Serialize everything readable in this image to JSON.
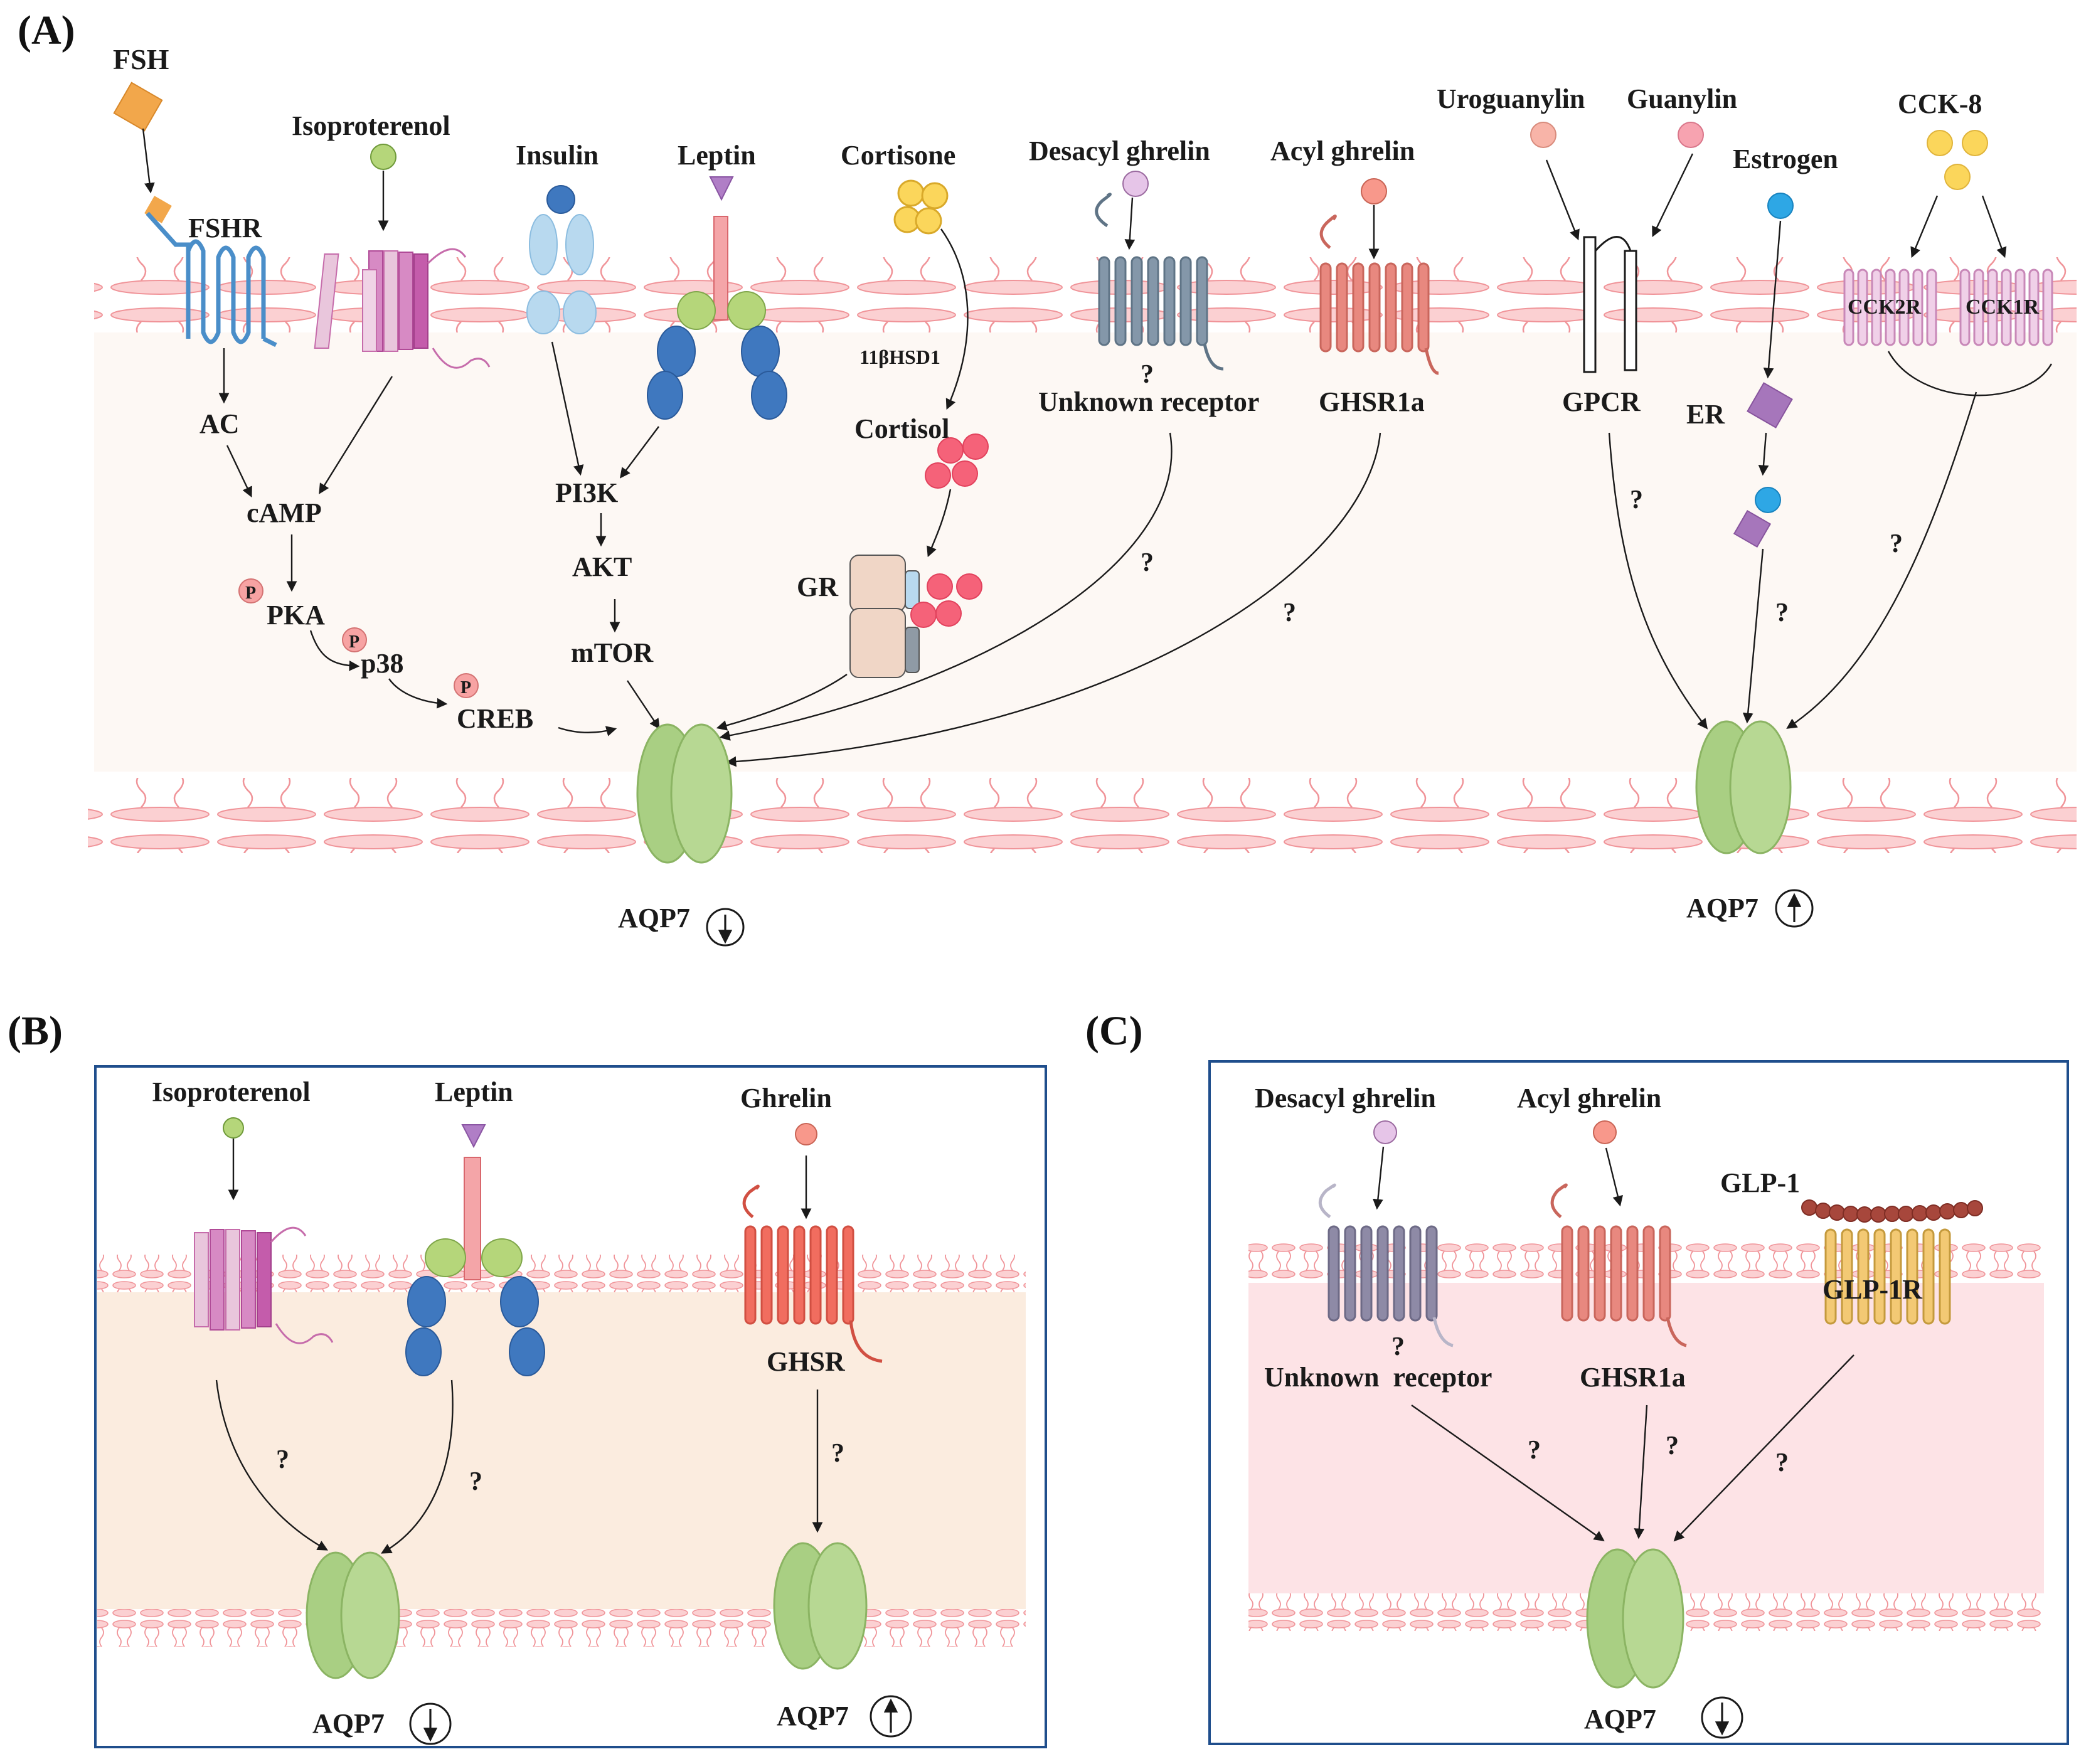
{
  "panels": {
    "a": "(A)",
    "b": "(B)",
    "c": "(C)"
  },
  "colors": {
    "membrane": "#f4a3a6",
    "membrane_fill": "#fbd6d8",
    "aqp7": "#a9cf83",
    "panel_b_cytoplasm": "#fbecdf",
    "panel_c_cytoplasm": "#fde3e6",
    "panel_a_cytoplasm": "#fdf8f4",
    "box_border": "#1f4e8c"
  },
  "panel_a": {
    "ligands": {
      "fsh": "FSH",
      "isoproterenol": "Isoproterenol",
      "insulin": "Insulin",
      "leptin": "Leptin",
      "cortisone": "Cortisone",
      "desacyl_ghrelin": "Desacyl ghrelin",
      "acyl_ghrelin": "Acyl ghrelin",
      "uroguanylin": "Uroguanylin",
      "guanylin": "Guanylin",
      "estrogen": "Estrogen",
      "cck8": "CCK-8"
    },
    "receptors": {
      "fshr": "FSHR",
      "unknown_receptor": "Unknown receptor",
      "ghsr1a": "GHSR1a",
      "gpcr": "GPCR",
      "cck2r": "CCK2R",
      "cck1r": "CCK1R",
      "er": "ER",
      "gr": "GR"
    },
    "pathway": {
      "ac": "AC",
      "camp": "cAMP",
      "pka": "PKA",
      "p38": "p38",
      "creb": "CREB",
      "pi3k": "PI3K",
      "akt": "AKT",
      "mtor": "mTOR",
      "hsd": "11βHSD1",
      "cortisol": "Cortisol",
      "phospho": "P",
      "unknown": "?"
    },
    "aqp7_down": "AQP7",
    "aqp7_up": "AQP7"
  },
  "panel_b": {
    "isoproterenol": "Isoproterenol",
    "leptin": "Leptin",
    "ghrelin": "Ghrelin",
    "ghsr": "GHSR",
    "aqp7_down": "AQP7",
    "aqp7_up": "AQP7",
    "unknown": "?"
  },
  "panel_c": {
    "desacyl_ghrelin": "Desacyl ghrelin",
    "acyl_ghrelin": "Acyl ghrelin",
    "glp1": "GLP-1",
    "glp1r": "GLP-1R",
    "unknown_receptor": "Unknown  receptor",
    "ghsr1a": "GHSR1a",
    "aqp7": "AQP7",
    "unknown": "?"
  }
}
